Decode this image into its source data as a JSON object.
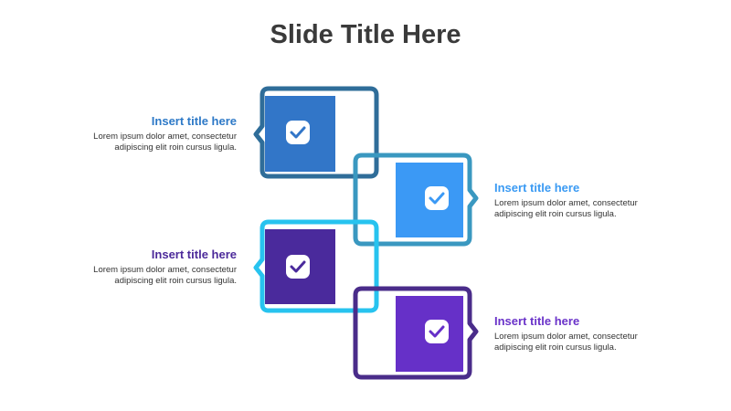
{
  "slide": {
    "title": "Slide Title Here"
  },
  "steps": [
    {
      "title": "Insert title here",
      "body_line1": "Lorem ipsum dolor amet, consectetur",
      "body_line2": "adipiscing elit roin cursus ligula.",
      "frame_color": "#2f6d99",
      "fill_color": "#3276c8",
      "title_color": "#2d79c7",
      "icon": "check-icon"
    },
    {
      "title": "Insert title here",
      "body_line1": "Lorem ipsum dolor amet, consectetur",
      "body_line2": "adipiscing elit roin cursus ligula.",
      "frame_color": "#3a98c0",
      "fill_color": "#3b99f5",
      "title_color": "#3a9af3",
      "icon": "check-icon"
    },
    {
      "title": "Insert title here",
      "body_line1": "Lorem ipsum dolor amet, consectetur",
      "body_line2": "adipiscing elit roin cursus ligula.",
      "frame_color": "#27c3ef",
      "fill_color": "#4a2a9c",
      "title_color": "#4c2a9a",
      "icon": "check-icon"
    },
    {
      "title": "Insert title here",
      "body_line1": "Lorem ipsum dolor amet, consectetur",
      "body_line2": "adipiscing elit roin cursus ligula.",
      "frame_color": "#4a2c8a",
      "fill_color": "#6630c8",
      "title_color": "#6a33c9",
      "icon": "check-icon"
    }
  ]
}
